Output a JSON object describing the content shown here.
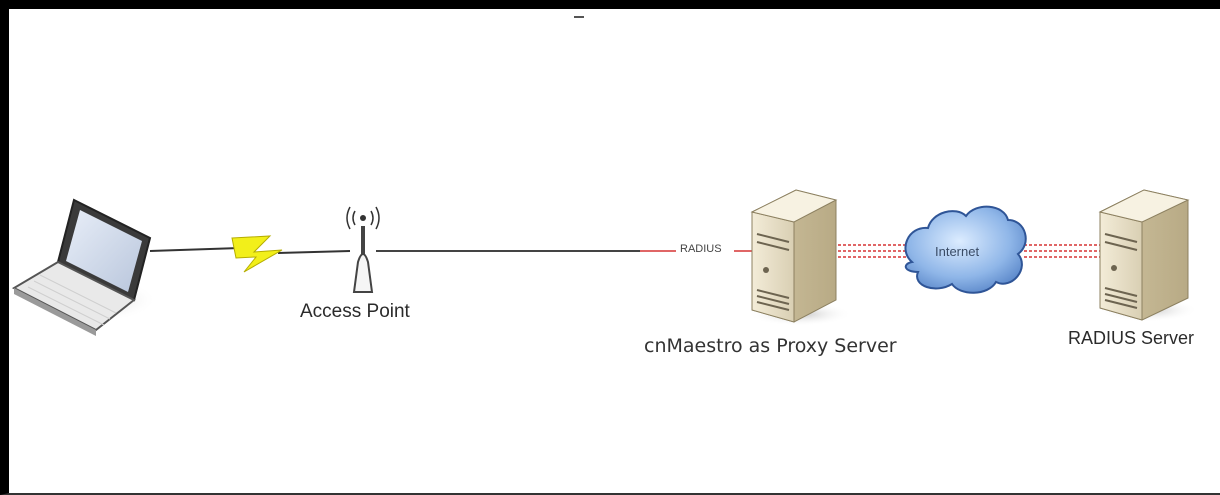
{
  "labels": {
    "access_point": "Access Point",
    "proxy_server": "cnMaestro as Proxy Server",
    "radius_server": "RADIUS Server",
    "radius_link": "RADIUS",
    "internet": "Internet"
  },
  "icons": [
    "laptop-icon",
    "lightning-bolt-icon",
    "access-point-icon",
    "server-icon",
    "cloud-icon",
    "server-icon"
  ],
  "colors": {
    "radius_link": "#e06666",
    "bolt": "#f2ef1a"
  }
}
